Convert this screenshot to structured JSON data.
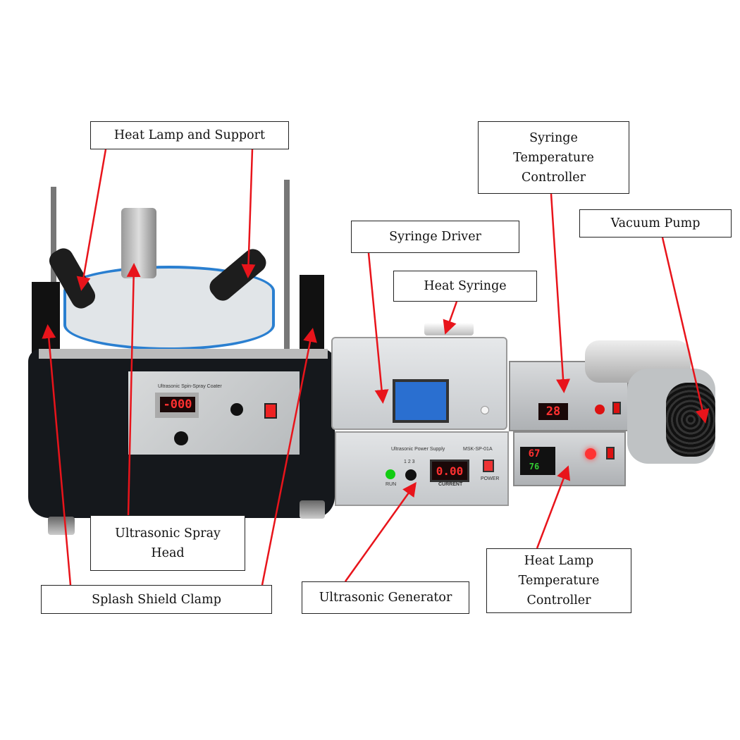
{
  "labels": {
    "heat_lamp_support": "Heat Lamp and Support",
    "syringe_temp_controller": "Syringe\nTemperature\nController",
    "vacuum_pump": "Vacuum Pump",
    "syringe_driver": "Syringe Driver",
    "heat_syringe": "Heat Syringe",
    "spray_head": "Ultrasonic Spray\nHead",
    "splash_shield_clamp": "Splash Shield Clamp",
    "ultrasonic_generator": "Ultrasonic Generator",
    "heat_lamp_temp_controller": "Heat Lamp\nTemperature\nController"
  },
  "devices": {
    "spin_coater": {
      "panel_title": "Ultrasonic Spin-Spray Coater",
      "display": "-000"
    },
    "power_supply": {
      "brand_title": "Ultrasonic Power Supply",
      "model": "MSK-SP-01A",
      "display": "0.00",
      "current_label": "CURRENT",
      "power_label": "POWER",
      "run_label": "RUN",
      "dial_marks": "1 2 3"
    },
    "syringe_temp": {
      "display": "28"
    },
    "heat_lamp_temp": {
      "display_top": "67",
      "display_bottom": "76"
    }
  },
  "colors": {
    "arrow": "#e8141b",
    "label_border": "#222222",
    "body_black": "#15181c",
    "steel": "#c9ccce"
  }
}
